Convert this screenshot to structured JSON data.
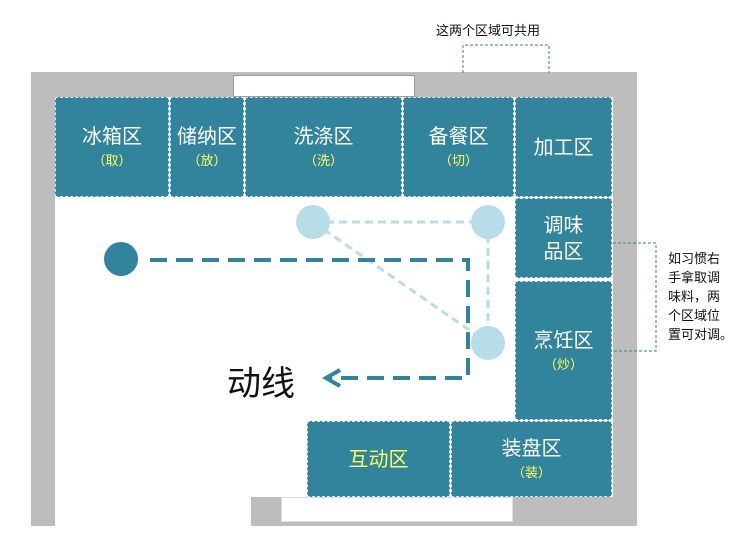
{
  "colors": {
    "wall": "#bdbdbd",
    "zone_fill": "#31849b",
    "zone_border": "#d7e4ea",
    "action_text": "#ffff66",
    "flow_dark": "#31849b",
    "flow_light": "#b7dde8"
  },
  "top_note": "这两个区域可共用",
  "side_note": [
    "如习惯右",
    "手拿取调",
    "味料，两",
    "个区域位",
    "置可对调。"
  ],
  "flow_label": "动线",
  "zones": {
    "fridge": {
      "name": "冰箱区",
      "action": "（取）"
    },
    "storage": {
      "name": "储纳区",
      "action": "（放）"
    },
    "washing": {
      "name": "洗涤区",
      "action": "（洗）"
    },
    "prep": {
      "name": "备餐区",
      "action": "（切）"
    },
    "process": {
      "name": "加工区",
      "action": ""
    },
    "seasoning": {
      "name_line1": "调味",
      "name_line2": "品区"
    },
    "cooking": {
      "name": "烹饪区",
      "action": "（炒）"
    },
    "interact": {
      "name": "互动区"
    },
    "plating": {
      "name": "装盘区",
      "action": "（装）"
    }
  }
}
